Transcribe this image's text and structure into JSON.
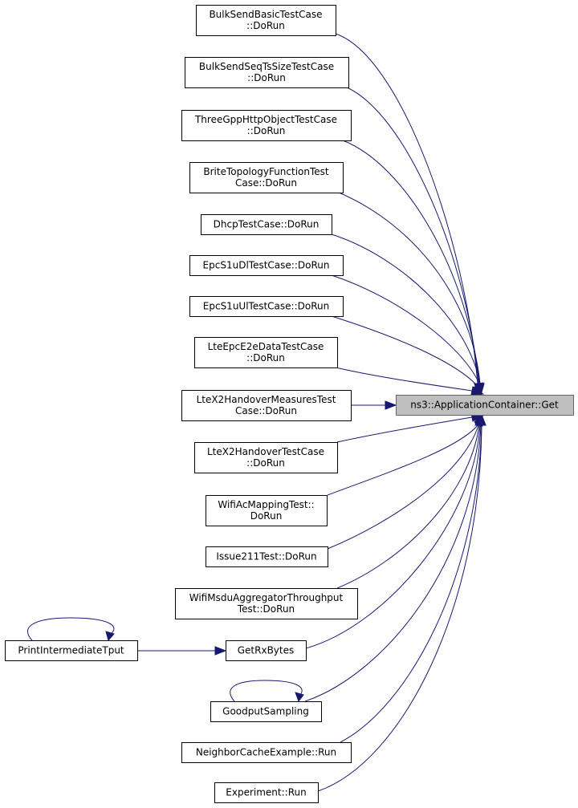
{
  "graph": {
    "type": "call-graph",
    "direction": "callers-to-target",
    "target": {
      "id": "get",
      "lines": [
        "ns3::ApplicationContainer::Get"
      ]
    },
    "nodes": [
      {
        "id": "bulk_basic",
        "lines": [
          "BulkSendBasicTestCase",
          "::DoRun"
        ]
      },
      {
        "id": "bulk_seq",
        "lines": [
          "BulkSendSeqTsSizeTestCase",
          "::DoRun"
        ]
      },
      {
        "id": "threegpp",
        "lines": [
          "ThreeGppHttpObjectTestCase",
          "::DoRun"
        ]
      },
      {
        "id": "brite",
        "lines": [
          "BriteTopologyFunctionTest",
          "Case::DoRun"
        ]
      },
      {
        "id": "dhcp",
        "lines": [
          "DhcpTestCase::DoRun"
        ]
      },
      {
        "id": "epc_dl",
        "lines": [
          "EpcS1uDlTestCase::DoRun"
        ]
      },
      {
        "id": "epc_ul",
        "lines": [
          "EpcS1uUlTestCase::DoRun"
        ]
      },
      {
        "id": "lte_e2e",
        "lines": [
          "LteEpcE2eDataTestCase",
          "::DoRun"
        ]
      },
      {
        "id": "x2_measures",
        "lines": [
          "LteX2HandoverMeasuresTest",
          "Case::DoRun"
        ]
      },
      {
        "id": "x2_handover",
        "lines": [
          "LteX2HandoverTestCase",
          "::DoRun"
        ]
      },
      {
        "id": "wifi_ac",
        "lines": [
          "WifiAcMappingTest::",
          "DoRun"
        ]
      },
      {
        "id": "issue211",
        "lines": [
          "Issue211Test::DoRun"
        ]
      },
      {
        "id": "wifi_msdu",
        "lines": [
          "WifiMsduAggregatorThroughput",
          "Test::DoRun"
        ]
      },
      {
        "id": "getrx",
        "lines": [
          "GetRxBytes"
        ]
      },
      {
        "id": "print_tput",
        "lines": [
          "PrintIntermediateTput"
        ]
      },
      {
        "id": "goodput",
        "lines": [
          "GoodputSampling"
        ]
      },
      {
        "id": "neighbor",
        "lines": [
          "NeighborCacheExample::Run"
        ]
      },
      {
        "id": "experiment",
        "lines": [
          "Experiment::Run"
        ]
      }
    ],
    "edges": [
      {
        "from": "bulk_basic",
        "to": "get"
      },
      {
        "from": "bulk_seq",
        "to": "get"
      },
      {
        "from": "threegpp",
        "to": "get"
      },
      {
        "from": "brite",
        "to": "get"
      },
      {
        "from": "dhcp",
        "to": "get"
      },
      {
        "from": "epc_dl",
        "to": "get"
      },
      {
        "from": "epc_ul",
        "to": "get"
      },
      {
        "from": "lte_e2e",
        "to": "get"
      },
      {
        "from": "x2_measures",
        "to": "get"
      },
      {
        "from": "x2_handover",
        "to": "get"
      },
      {
        "from": "wifi_ac",
        "to": "get"
      },
      {
        "from": "issue211",
        "to": "get"
      },
      {
        "from": "wifi_msdu",
        "to": "get"
      },
      {
        "from": "getrx",
        "to": "get"
      },
      {
        "from": "goodput",
        "to": "get"
      },
      {
        "from": "neighbor",
        "to": "get"
      },
      {
        "from": "experiment",
        "to": "get"
      },
      {
        "from": "print_tput",
        "to": "getrx"
      },
      {
        "from": "print_tput",
        "to": "print_tput"
      },
      {
        "from": "goodput",
        "to": "goodput"
      }
    ],
    "colors": {
      "edge": "#191970",
      "target_fill": "#bfbfbf",
      "node_fill": "#ffffff"
    }
  }
}
